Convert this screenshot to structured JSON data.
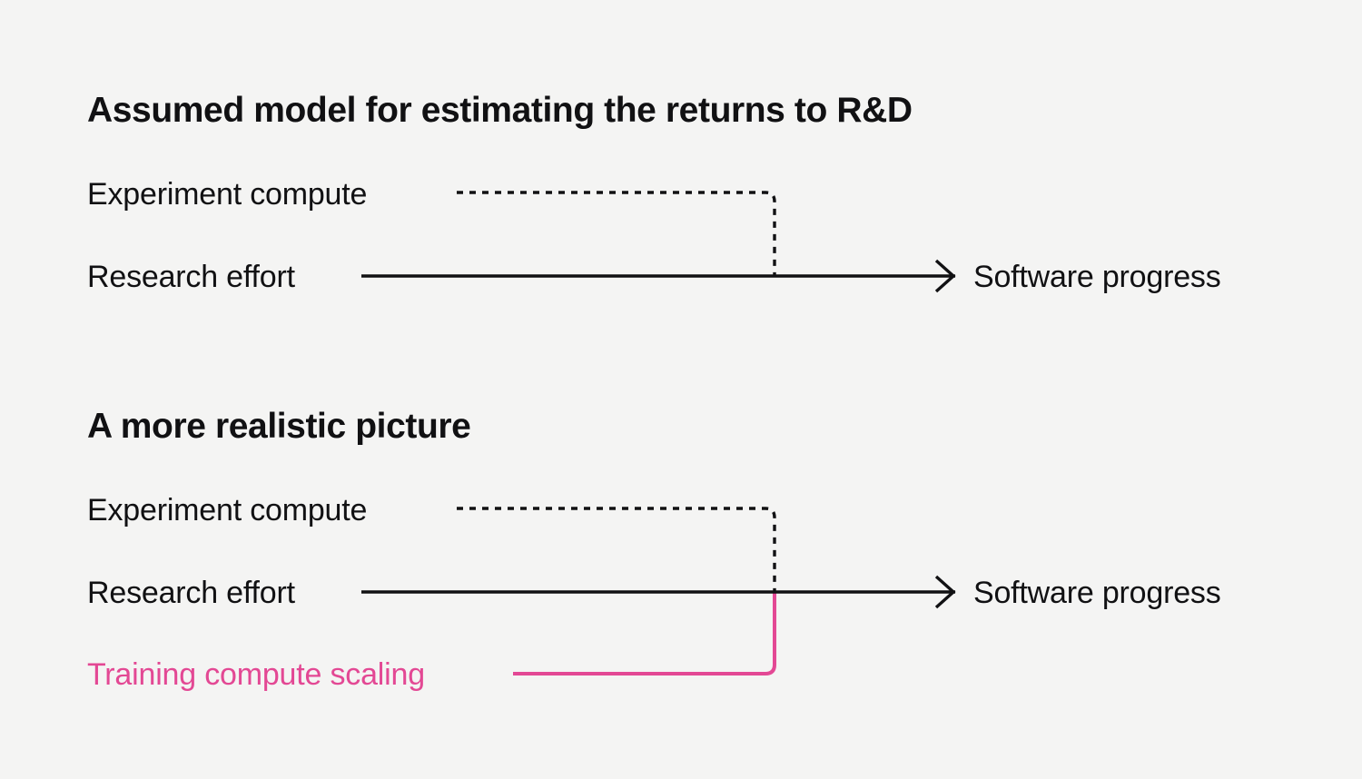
{
  "page": {
    "background_color": "#f4f4f3",
    "text_color": "#111113",
    "accent_color": "#e34894"
  },
  "sections": [
    {
      "heading": "Assumed model for estimating the returns to R&D",
      "inputs": [
        {
          "label": "Experiment compute",
          "style": "dashed",
          "color": "#111113"
        },
        {
          "label": "Research effort",
          "style": "solid",
          "color": "#111113"
        }
      ],
      "output": "Software progress"
    },
    {
      "heading": "A more realistic picture",
      "inputs": [
        {
          "label": "Experiment compute",
          "style": "dashed",
          "color": "#111113"
        },
        {
          "label": "Research effort",
          "style": "solid",
          "color": "#111113"
        },
        {
          "label": "Training compute scaling",
          "style": "solid",
          "color": "#e34894"
        }
      ],
      "output": "Software progress"
    }
  ]
}
